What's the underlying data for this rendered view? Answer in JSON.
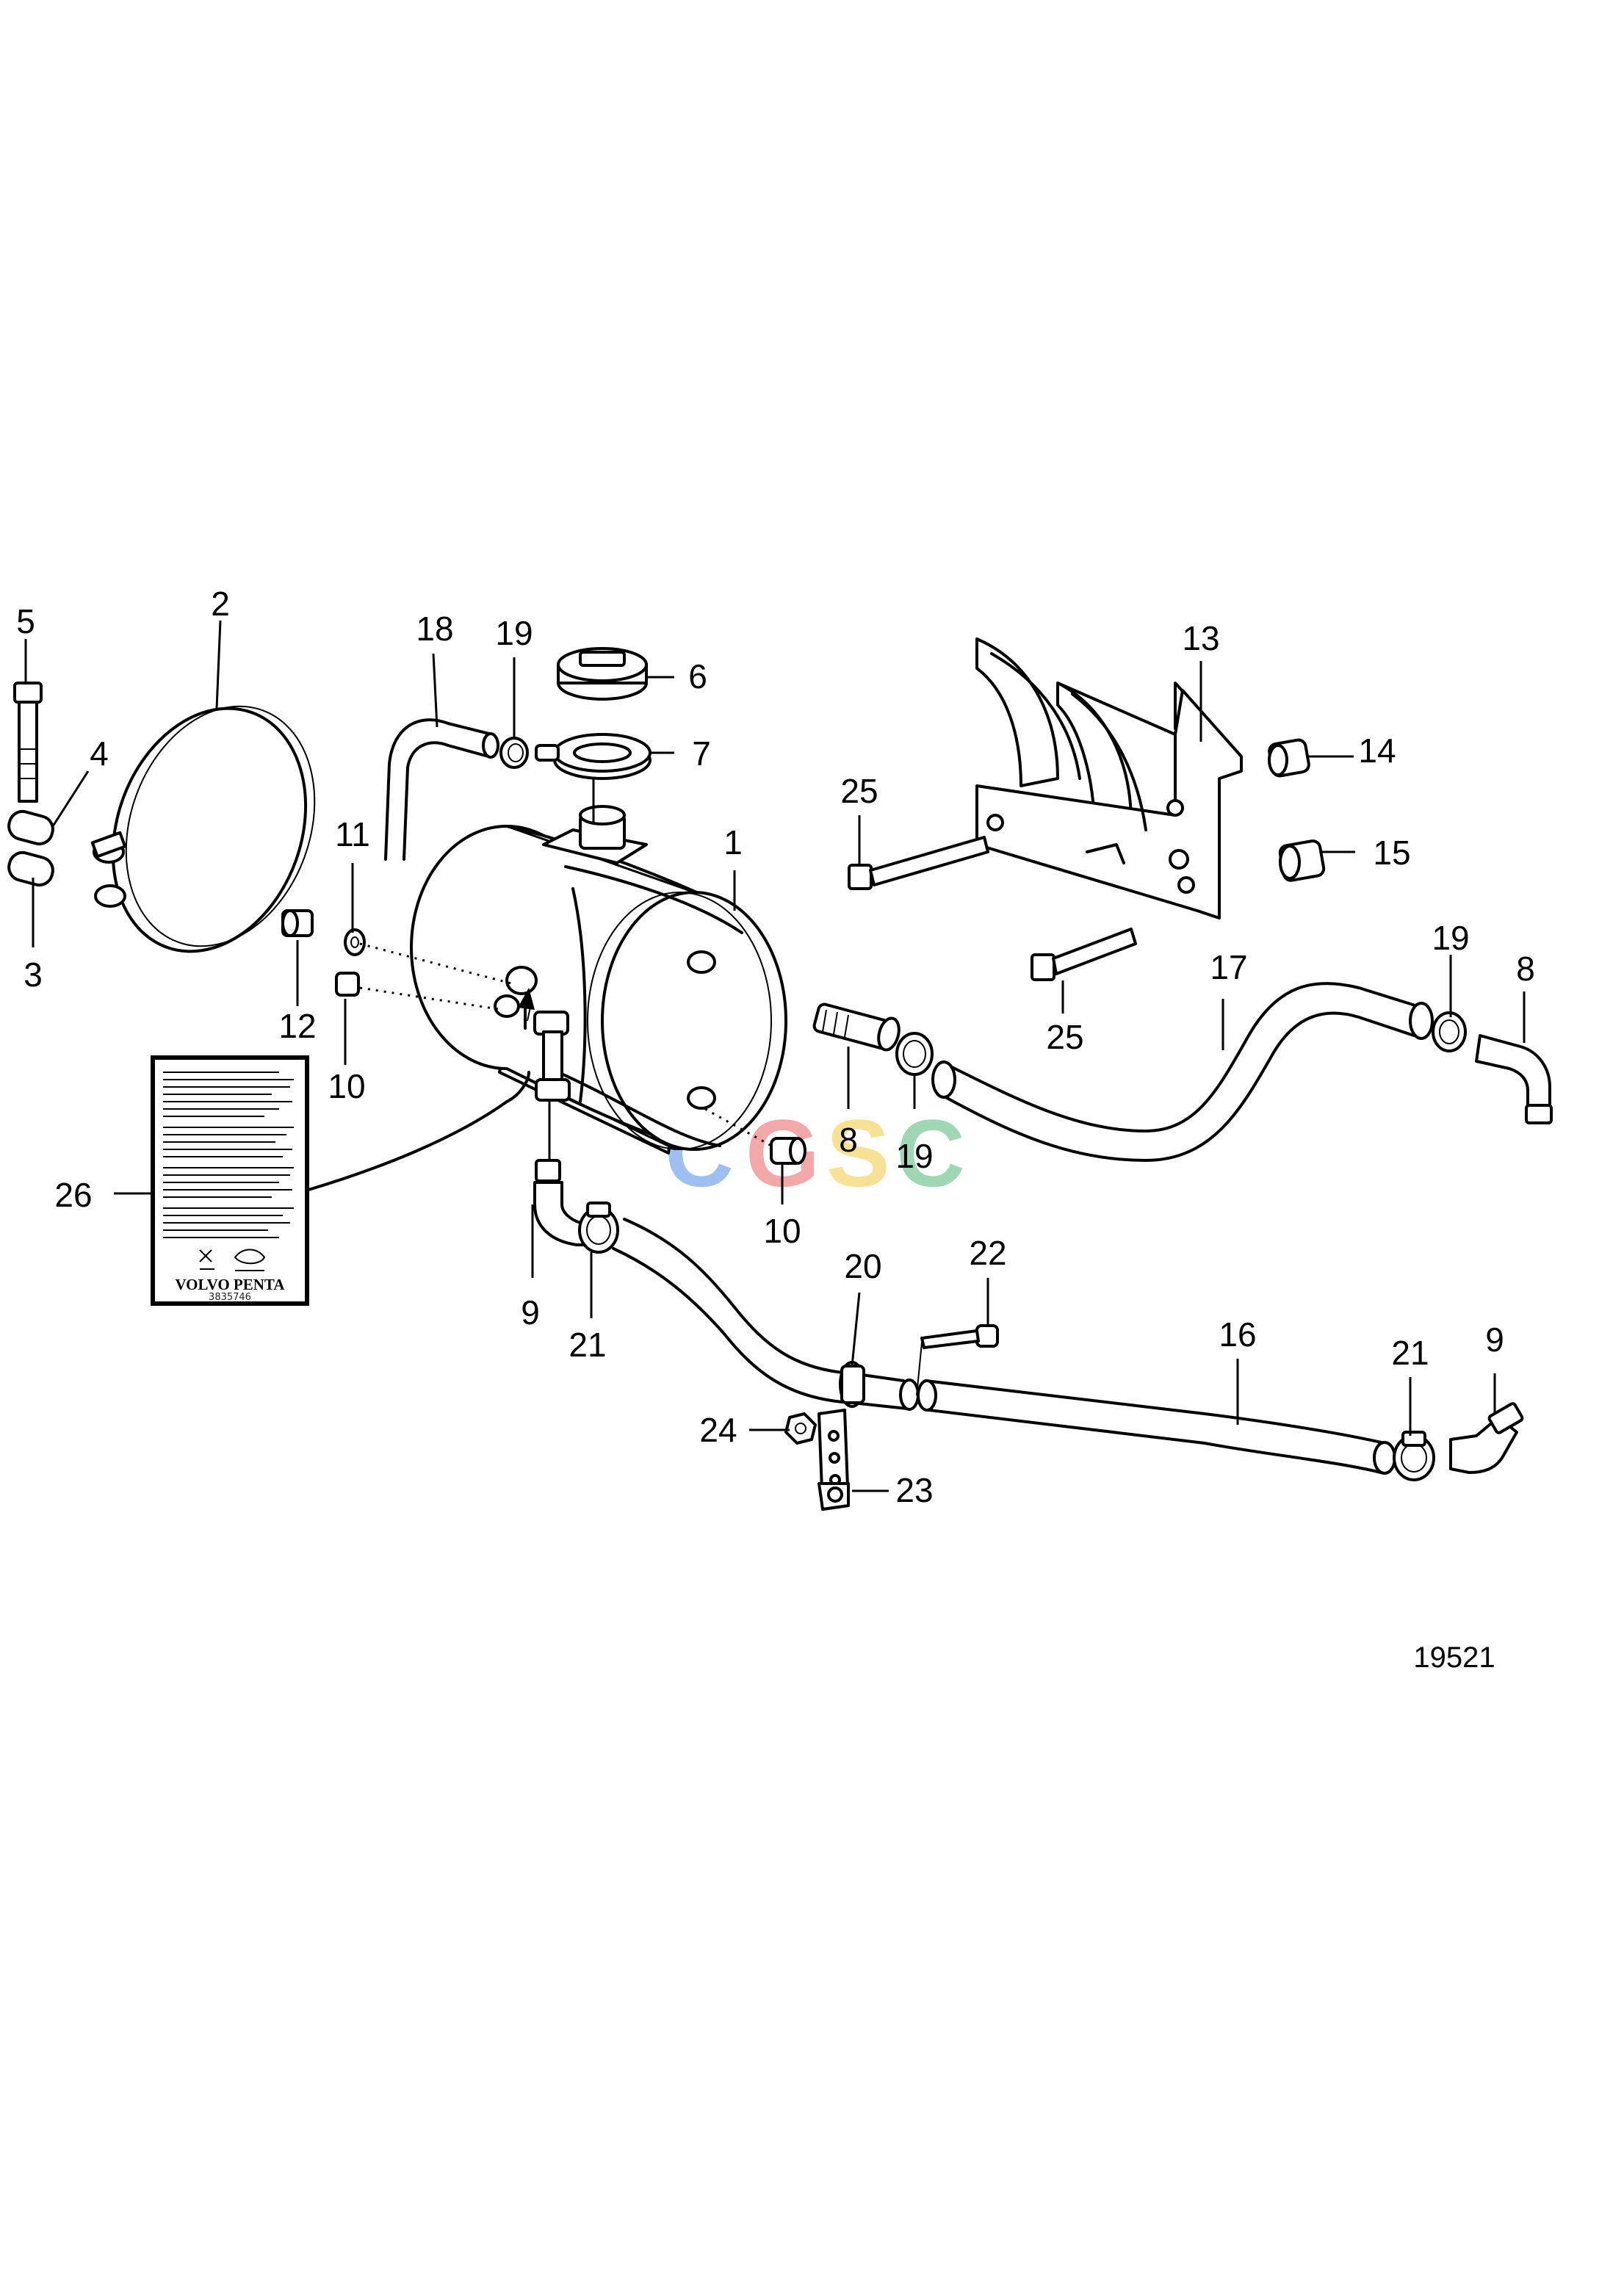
{
  "figure_number": "19521",
  "watermark": {
    "letters": [
      "C",
      "G",
      "S",
      "C"
    ],
    "colors": [
      "#8fb3f0",
      "#f09a9a",
      "#f5dc82",
      "#8fd0a6"
    ]
  },
  "decal": {
    "brand": "VOLVO PENTA",
    "code": "3835746"
  },
  "callouts": {
    "c1": "1",
    "c2": "2",
    "c3": "3",
    "c4": "4",
    "c5": "5",
    "c6": "6",
    "c7": "7",
    "c8a": "8",
    "c8b": "8",
    "c9a": "9",
    "c9b": "9",
    "c10a": "10",
    "c10b": "10",
    "c11": "11",
    "c12": "12",
    "c13": "13",
    "c14": "14",
    "c15": "15",
    "c16": "16",
    "c17": "17",
    "c18": "18",
    "c19a": "19",
    "c19b": "19",
    "c19c": "19",
    "c20": "20",
    "c21a": "21",
    "c21b": "21",
    "c22": "22",
    "c23": "23",
    "c24": "24",
    "c25a": "25",
    "c25b": "25",
    "c26": "26"
  }
}
